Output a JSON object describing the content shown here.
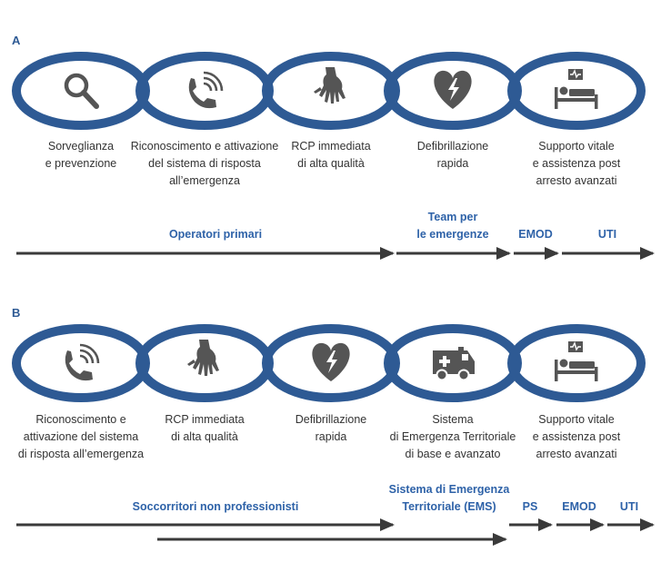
{
  "colors": {
    "link_stroke": "#2e5a94",
    "icon": "#555555",
    "arrow": "#3a3a3a",
    "phase_label": "#2e62a8",
    "caption": "#333333"
  },
  "panels": [
    {
      "letter": "A",
      "links": [
        {
          "icon": "magnifier-icon",
          "caption": [
            "Sorveglianza",
            "e prevenzione"
          ]
        },
        {
          "icon": "phone-icon",
          "caption": [
            "Riconoscimento e attivazione",
            "del sistema di risposta",
            "all’emergenza"
          ]
        },
        {
          "icon": "hands-cpr-icon",
          "caption": [
            "RCP immediata",
            "di alta qualità"
          ]
        },
        {
          "icon": "heart-defibrillator-icon",
          "caption": [
            "Defibrillazione",
            "rapida"
          ]
        },
        {
          "icon": "hospital-bed-monitor-icon",
          "caption": [
            "Supporto vitale",
            "e assistenza post",
            "arresto avanzati"
          ]
        }
      ],
      "phases": [
        {
          "label": [
            "Operatori primari"
          ]
        },
        {
          "label": [
            "Team per",
            "le emergenze"
          ]
        },
        {
          "label": [
            "EMOD"
          ]
        },
        {
          "label": [
            "UTI"
          ]
        }
      ]
    },
    {
      "letter": "B",
      "links": [
        {
          "icon": "phone-icon",
          "caption": [
            "Riconoscimento e",
            "attivazione del sistema",
            "di risposta all’emergenza"
          ]
        },
        {
          "icon": "hands-cpr-icon",
          "caption": [
            "RCP immediata",
            "di alta qualità"
          ]
        },
        {
          "icon": "heart-defibrillator-icon",
          "caption": [
            "Defibrillazione",
            "rapida"
          ]
        },
        {
          "icon": "ambulance-icon",
          "caption": [
            "Sistema",
            "di Emergenza Territoriale",
            "di base e avanzato"
          ]
        },
        {
          "icon": "hospital-bed-monitor-icon",
          "caption": [
            "Supporto vitale",
            "e assistenza post",
            "arresto avanzati"
          ]
        }
      ],
      "phases": [
        {
          "label": [
            "Soccorritori non professionisti"
          ]
        },
        {
          "label": [
            "Sistema di Emergenza",
            "Territoriale (EMS)"
          ]
        },
        {
          "label": [
            "PS"
          ]
        },
        {
          "label": [
            "EMOD"
          ]
        },
        {
          "label": [
            "UTI"
          ]
        }
      ]
    }
  ]
}
